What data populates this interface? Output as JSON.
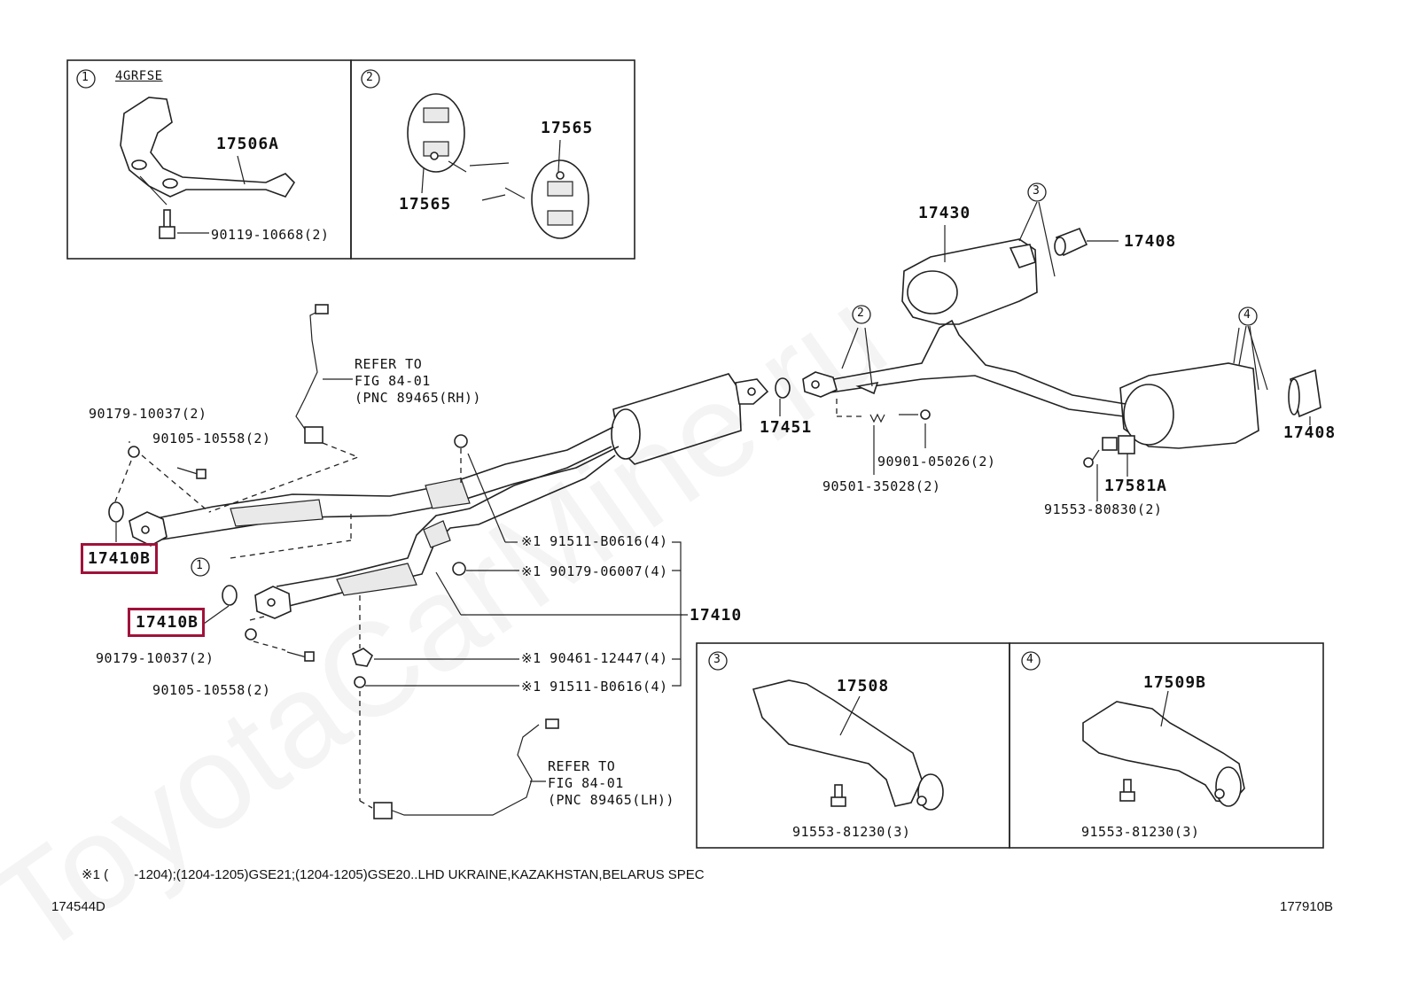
{
  "watermark": "ToyotaCarMine.ru",
  "callouts": {
    "c1": "1",
    "c2": "2",
    "c3": "3",
    "c4": "4"
  },
  "insets": {
    "inset1": {
      "engine": "4GRFSE",
      "bracket": "17506A",
      "bolt": "90119-10668(2)"
    },
    "inset2": {
      "hanger_top": "17565",
      "hanger_bottom": "17565"
    },
    "inset3": {
      "bracket": "17508",
      "bolt": "91553-81230(3)"
    },
    "inset4": {
      "bracket": "17509B",
      "bolt": "91553-81230(3)"
    }
  },
  "parts": {
    "p17430": "17430",
    "p17408_top": "17408",
    "p17408_bottom": "17408",
    "p17451": "17451",
    "p17581A": "17581A",
    "p91553_80830": "91553-80830(2)",
    "p90901": "90901-05026(2)",
    "p90501": "90501-35028(2)",
    "p90179_10037_top": "90179-10037(2)",
    "p90105_top": "90105-10558(2)",
    "p17410B_top": "17410B",
    "p17410B_bottom": "17410B",
    "p90179_10037_bottom": "90179-10037(2)",
    "p90105_bottom": "90105-10558(2)",
    "p17410": "17410",
    "p91511_a": "※1 91511-B0616(4)",
    "p90179_06007": "※1 90179-06007(4)",
    "p90461": "※1 90461-12447(4)",
    "p91511_b": "※1 91511-B0616(4)"
  },
  "refs": {
    "rh": {
      "line1": "REFER TO",
      "line2": "FIG 84-01",
      "line3": "(PNC 89465(RH))"
    },
    "lh": {
      "line1": "REFER TO",
      "line2": "FIG 84-01",
      "line3": "(PNC 89465(LH))"
    }
  },
  "footnote": "※1 (       -1204);(1204-1205)GSE21;(1204-1205)GSE20..LHD UKRAINE,KAZAKHSTAN,BELARUS SPEC",
  "code_left": "174544D",
  "code_right": "177910B",
  "highlight_color": "#a0123a"
}
